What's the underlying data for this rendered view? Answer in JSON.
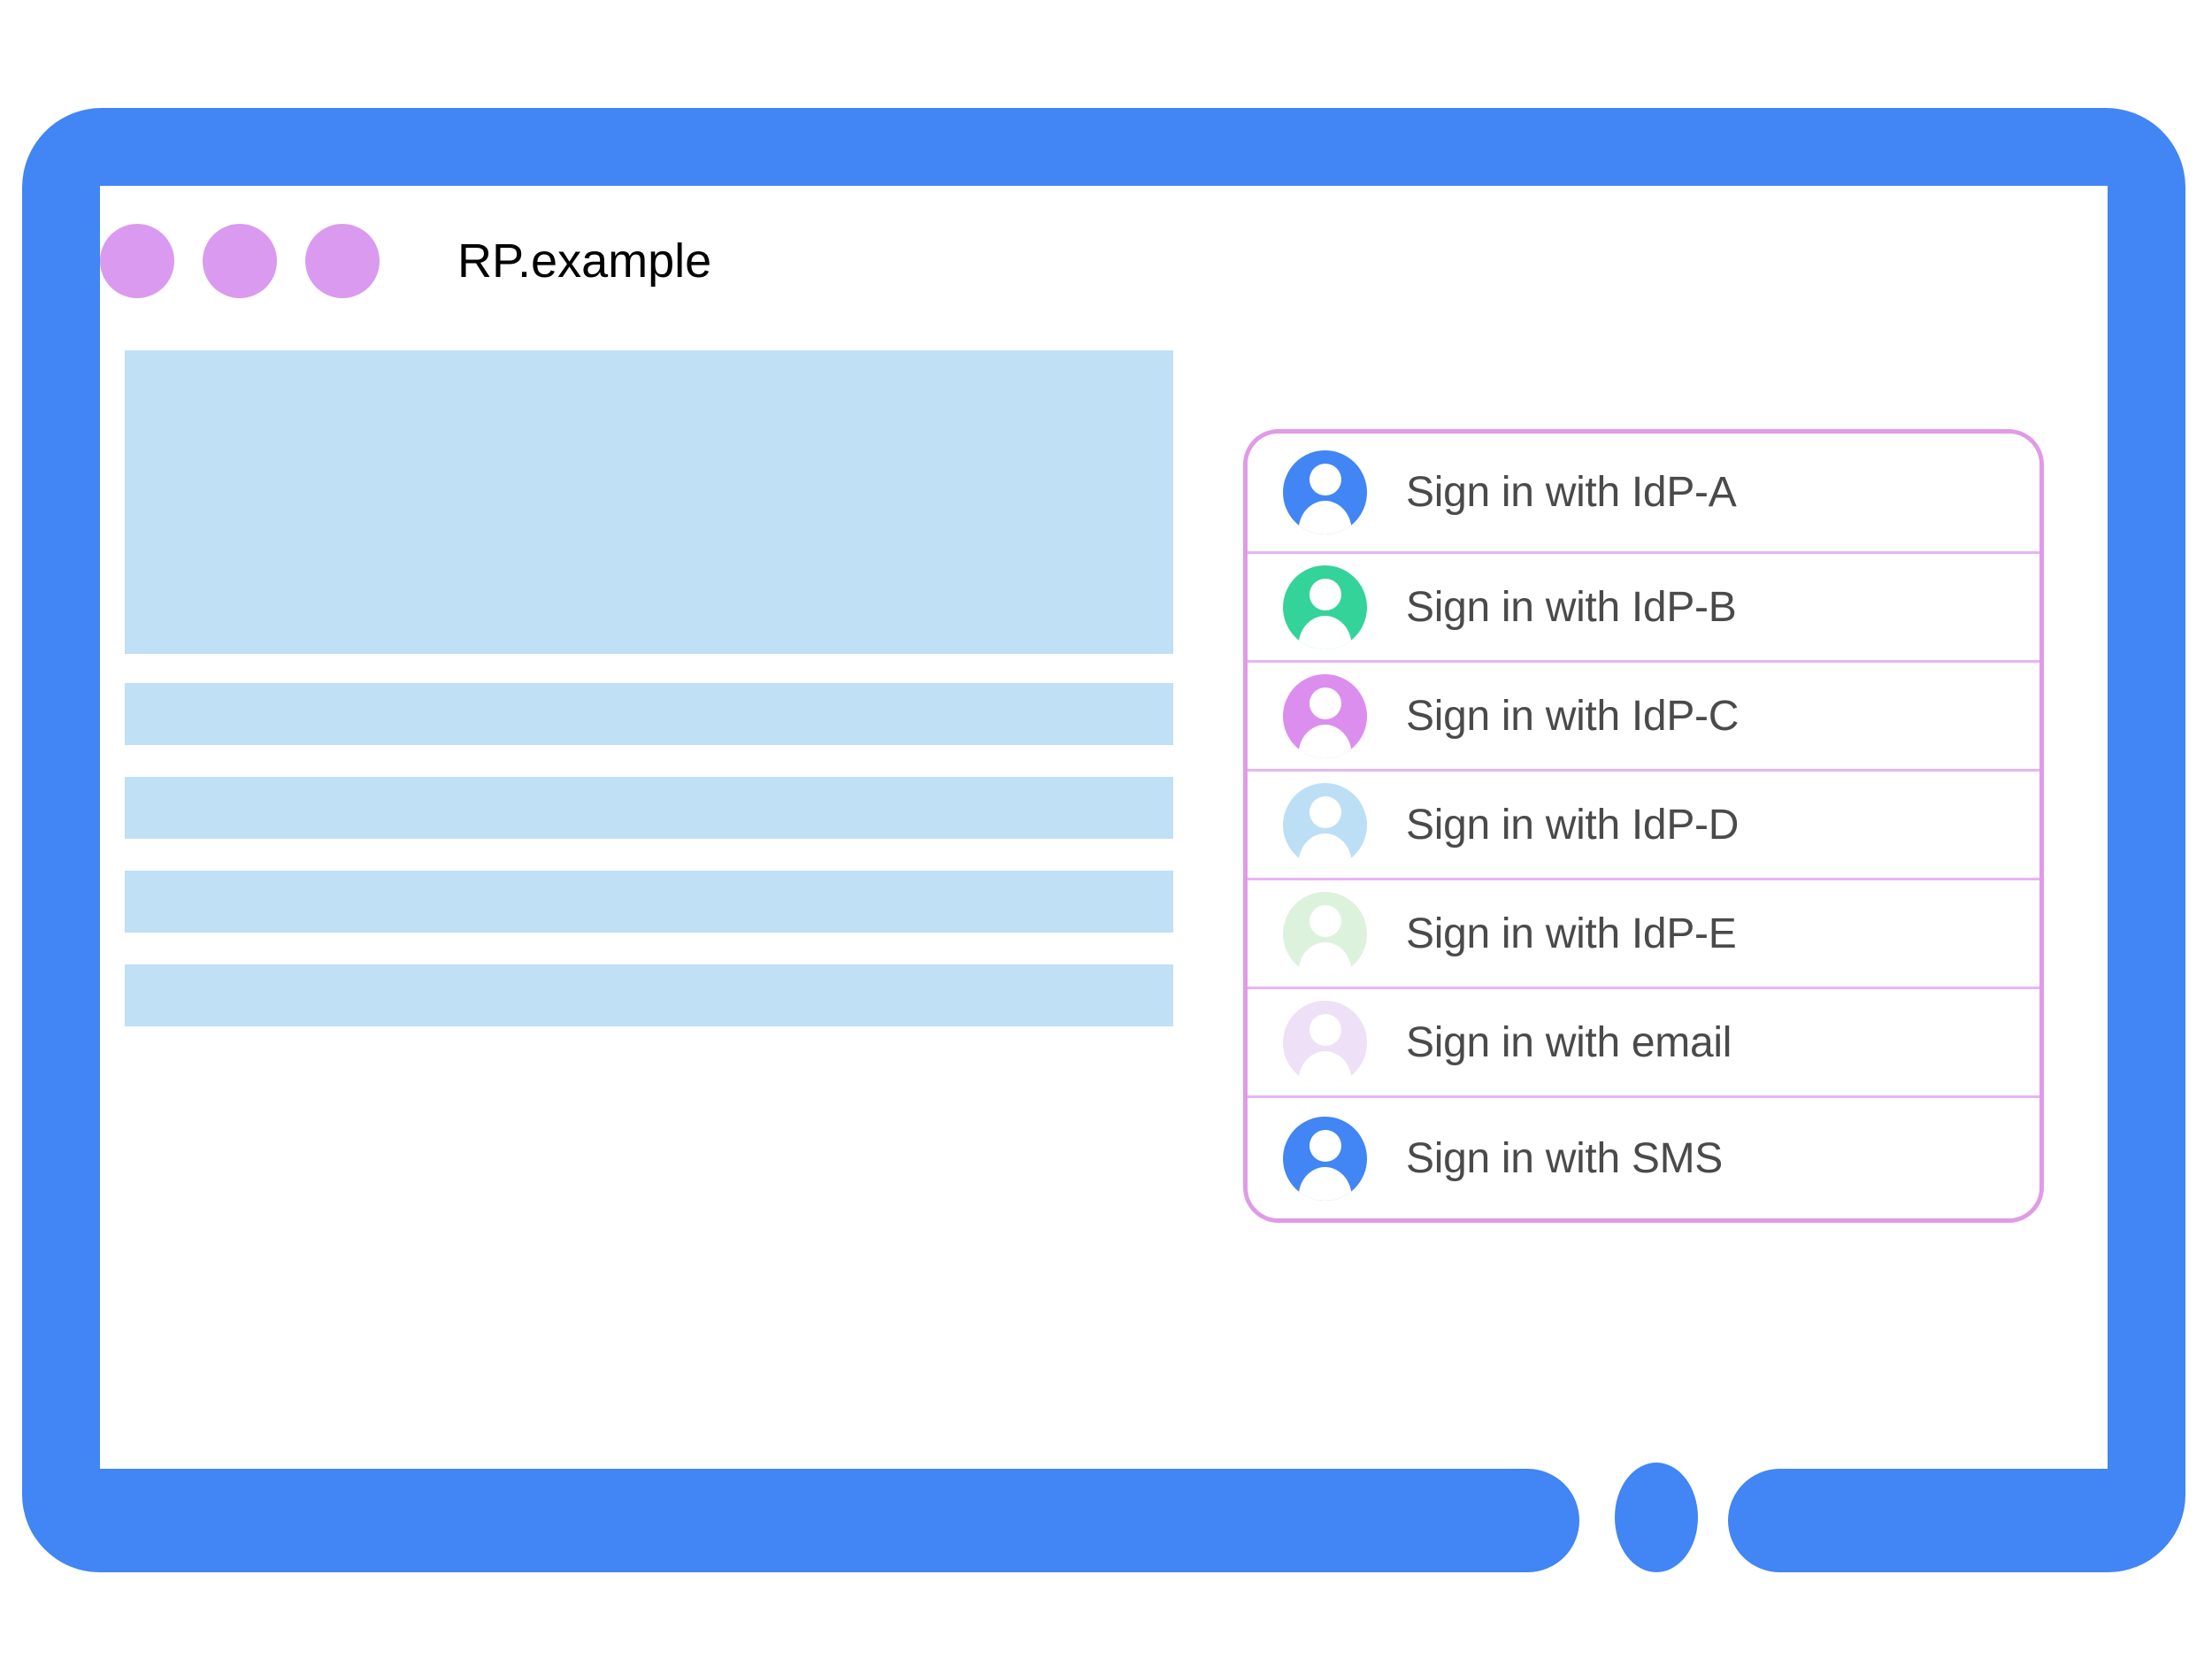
{
  "window": {
    "title": "RP.example",
    "traffic_lights": [
      {
        "name": "window-dot-1",
        "color": "#DA9AF0"
      },
      {
        "name": "window-dot-2",
        "color": "#DA9AF0"
      },
      {
        "name": "window-dot-3",
        "color": "#DA9AF0"
      }
    ]
  },
  "colors": {
    "device_bezel": "#4285F4",
    "skeleton_block": "#BFE0F5",
    "panel_border": "#E09AE8",
    "row_divider": "#E7B4F2",
    "label_text": "#4a4a4a",
    "title_text": "#000000"
  },
  "content_skeleton": {
    "hero": {
      "name": "content-hero-placeholder"
    },
    "bars": [
      {
        "name": "content-bar-placeholder-1"
      },
      {
        "name": "content-bar-placeholder-2"
      },
      {
        "name": "content-bar-placeholder-3"
      },
      {
        "name": "content-bar-placeholder-4"
      }
    ]
  },
  "account_chooser": {
    "rows": [
      {
        "label": "Sign in with IdP-A",
        "avatar_color": "#4285F4",
        "avatar_icon": "person-avatar-icon"
      },
      {
        "label": "Sign in with IdP-B",
        "avatar_color": "#34D399",
        "avatar_icon": "person-avatar-icon"
      },
      {
        "label": "Sign in with IdP-C",
        "avatar_color": "#DB8EEE",
        "avatar_icon": "person-avatar-icon"
      },
      {
        "label": "Sign in with IdP-D",
        "avatar_color": "#BDDFF5",
        "avatar_icon": "person-avatar-icon"
      },
      {
        "label": "Sign in with IdP-E",
        "avatar_color": "#DCF2DC",
        "avatar_icon": "person-avatar-icon"
      },
      {
        "label": "Sign in with email",
        "avatar_color": "#EEE0F6",
        "avatar_icon": "person-avatar-icon"
      },
      {
        "label": "Sign in with SMS",
        "avatar_color": "#4285F4",
        "avatar_icon": "person-avatar-icon"
      }
    ]
  }
}
